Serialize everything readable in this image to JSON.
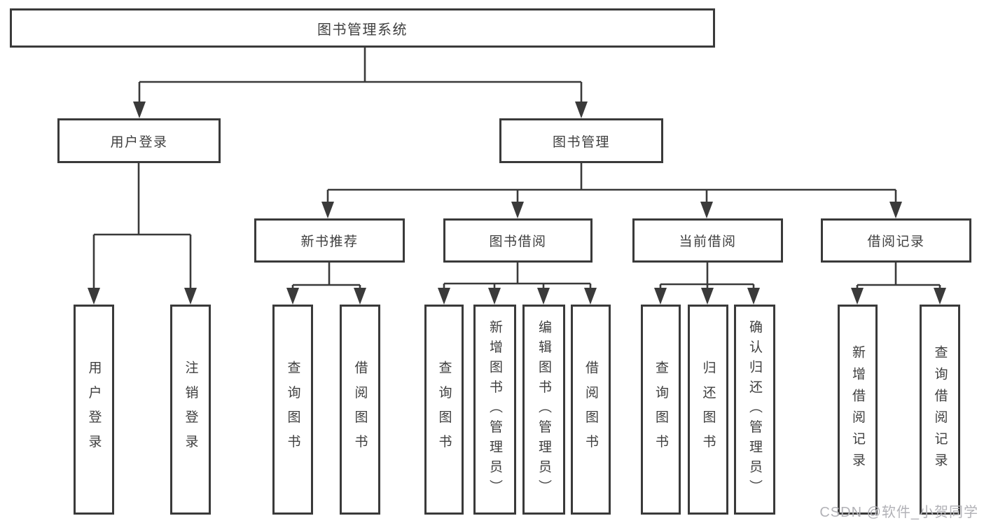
{
  "tree": {
    "root": {
      "label": "图书管理系统"
    },
    "user": {
      "label": "用户登录",
      "children": [
        "用户登录",
        "注销登录"
      ]
    },
    "mgmt": {
      "label": "图书管理",
      "children": [
        {
          "label": "新书推荐",
          "children": [
            "查询图书",
            "借阅图书"
          ]
        },
        {
          "label": "图书借阅",
          "children": [
            "查询图书",
            "新增图书（管理员）",
            "编辑图书（管理员）",
            "借阅图书"
          ]
        },
        {
          "label": "当前借阅",
          "children": [
            "查询图书",
            "归还图书",
            "确认归还（管理员）"
          ]
        },
        {
          "label": "借阅记录",
          "children": [
            "新增借阅记录",
            "查询借阅记录"
          ]
        }
      ]
    }
  },
  "watermark": "CSDN @软件_小贺同学",
  "colors": {
    "line": "#3a3a3a",
    "text": "#3f3f3f",
    "watermark": "#b2b2b7",
    "background": "#ffffff"
  }
}
